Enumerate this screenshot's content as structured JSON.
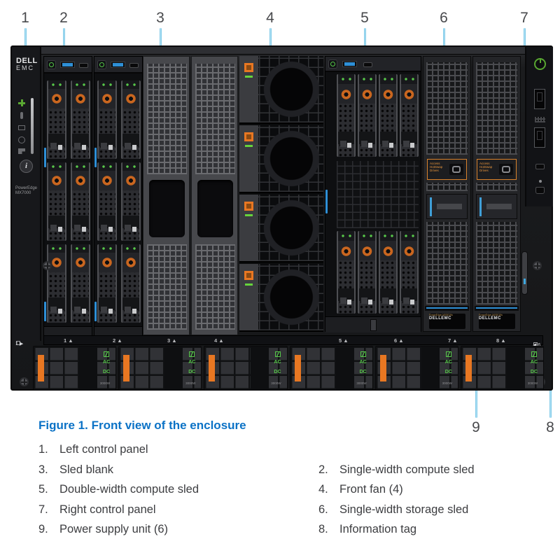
{
  "figure": {
    "caption": "Figure 1. Front view of the enclosure"
  },
  "callouts": {
    "top": [
      {
        "num": "1"
      },
      {
        "num": "2"
      },
      {
        "num": "3"
      },
      {
        "num": "4"
      },
      {
        "num": "5"
      },
      {
        "num": "6"
      },
      {
        "num": "7"
      }
    ],
    "bottom": [
      {
        "num": "9"
      },
      {
        "num": "8"
      }
    ]
  },
  "legend": {
    "items": [
      {
        "num": "1.",
        "label": "Left control panel"
      },
      {
        "num": "2.",
        "label": "Single-width compute sled"
      },
      {
        "num": "3.",
        "label": "Sled blank"
      },
      {
        "num": "4.",
        "label": "Front fan (4)"
      },
      {
        "num": "5.",
        "label": "Double-width compute sled"
      },
      {
        "num": "6.",
        "label": "Single-width storage sled"
      },
      {
        "num": "7.",
        "label": "Right control panel"
      },
      {
        "num": "8.",
        "label": "Information tag"
      },
      {
        "num": "9.",
        "label": "Power supply unit (6)"
      }
    ]
  },
  "chassis": {
    "brand": {
      "line1": "DELL",
      "line2": "EMC"
    },
    "model": "PowerEdge MX7000",
    "info_button": "i",
    "slot_labels": [
      "1 ▲",
      "2 ▲",
      "3 ▲",
      "4 ▲",
      "5 ▲",
      "6 ▲",
      "7 ▲",
      "8 ▲"
    ],
    "psu": {
      "left_marker": "1 ▶",
      "right_marker": "◀ 6",
      "ac": "AC",
      "dc": "DC",
      "watt": "3000W"
    },
    "storage_sled": {
      "access_label": "Access HotSwap Drives",
      "brand": "DELLEMC",
      "model": "PowerEdge MX5016s"
    }
  },
  "colors": {
    "accent_line": "#7fcbe9",
    "caption_blue": "#0b72c6",
    "dell_orange": "#e87722",
    "led_green": "#57c84a",
    "usb_blue": "#2e8fd6"
  }
}
